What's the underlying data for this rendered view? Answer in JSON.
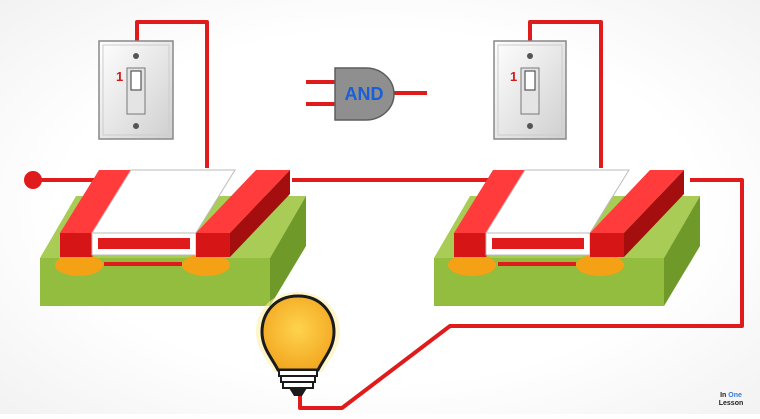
{
  "gate": {
    "label": "AND"
  },
  "switches": [
    {
      "id": "left",
      "state_label": "1"
    },
    {
      "id": "right",
      "state_label": "1"
    }
  ],
  "logo": {
    "line1_a": "In",
    "line1_b": "One",
    "line2": "Lesson"
  },
  "colors": {
    "wire": "#e01b1b",
    "gate_fill": "#8f8f8f",
    "gate_text": "#1a5fd6",
    "substrate": "#93bd3f",
    "doped_region": "#f4a116",
    "bulb": "#f7b731"
  }
}
